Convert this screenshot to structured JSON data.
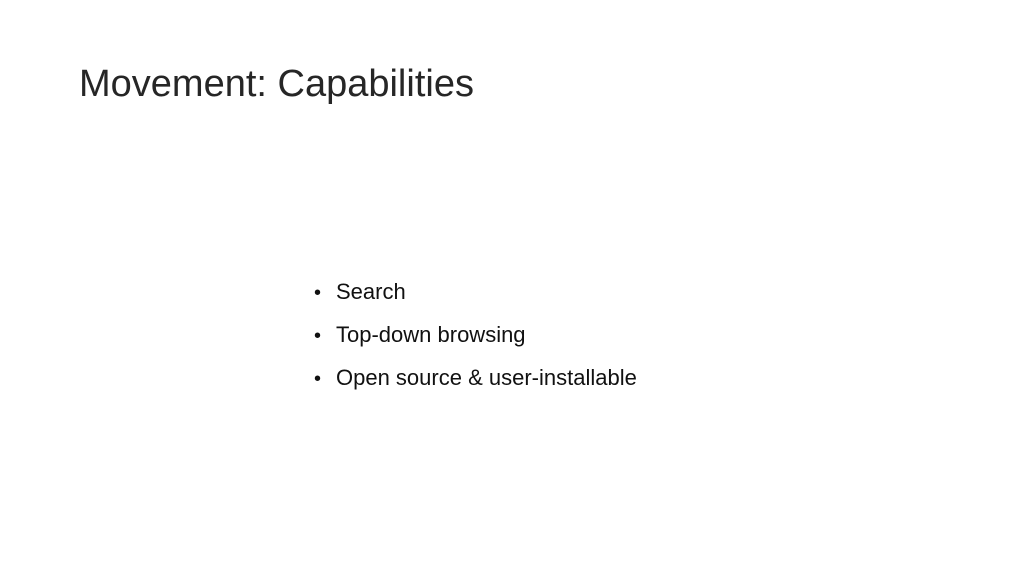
{
  "slide": {
    "title": "Movement: Capabilities",
    "bullets": [
      {
        "marker": "•",
        "text": "Search"
      },
      {
        "marker": "•",
        "text": "Top-down browsing"
      },
      {
        "marker": "•",
        "text": "Open source & user-installable"
      }
    ]
  },
  "colors": {
    "background": "#ffffff",
    "title_text": "#262626",
    "body_text": "#111111"
  }
}
